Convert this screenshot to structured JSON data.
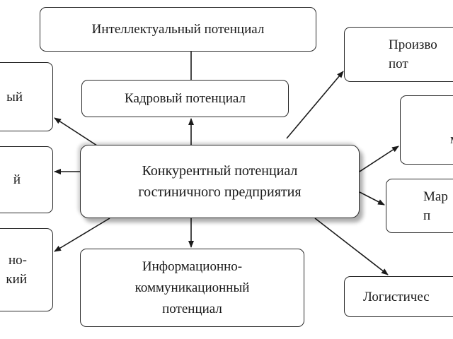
{
  "diagram": {
    "center": {
      "label": "Конкурентный потенциал\nгостиничного предприятия"
    },
    "nodes": {
      "intellectual": {
        "label": "Интеллектуальный  потенциал"
      },
      "personnel": {
        "label": "Кадровый потенциал"
      },
      "information": {
        "label": "Информационно-\nкоммуникационный\nпотенциал"
      },
      "left_top": {
        "label": "ый\n"
      },
      "left_middle": {
        "label": "й\n"
      },
      "left_bottom": {
        "label": "но-\nкий"
      },
      "right_top": {
        "label": "Произво\nпот"
      },
      "right_upper_middle": {
        "label": "\nм"
      },
      "right_lower_middle": {
        "label": "Мар\nп"
      },
      "right_bottom": {
        "label": "Логистичес"
      }
    },
    "edges": [
      {
        "from": "center",
        "to": "personnel",
        "arrow": true
      },
      {
        "from": "personnel",
        "to": "intellectual",
        "arrow": false
      },
      {
        "from": "center",
        "to": "information",
        "arrow": true
      },
      {
        "from": "center",
        "to": "left_top",
        "arrow": true
      },
      {
        "from": "center",
        "to": "left_middle",
        "arrow": true
      },
      {
        "from": "center",
        "to": "left_bottom",
        "arrow": true
      },
      {
        "from": "center",
        "to": "right_top",
        "arrow": true
      },
      {
        "from": "center",
        "to": "right_upper_middle",
        "arrow": true
      },
      {
        "from": "center",
        "to": "right_lower_middle",
        "arrow": true
      },
      {
        "from": "center",
        "to": "right_bottom",
        "arrow": true
      }
    ],
    "colors": {
      "line": "#1a1a1a",
      "border": "#2b2b2b",
      "background": "#ffffff"
    }
  }
}
